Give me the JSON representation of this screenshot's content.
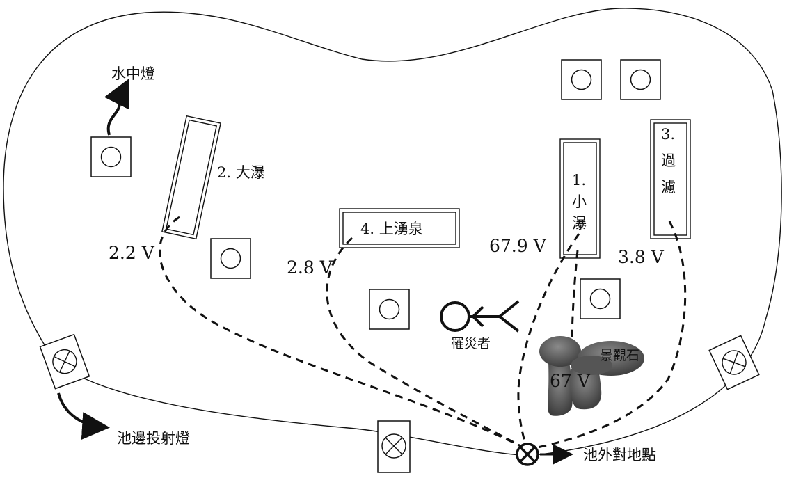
{
  "labels": {
    "underwater_light": "水中燈",
    "big_waterfall": "2. 大瀑",
    "upper_spring": "4. 上湧泉",
    "small_waterfall_num": "1.",
    "small_waterfall_c1": "小",
    "small_waterfall_c2": "瀑",
    "filter_num": "3.",
    "filter_c1": "過",
    "filter_c2": "濾",
    "victim": "罹災者",
    "landscape_rock": "景觀石",
    "poolside_light": "池邊投射燈",
    "ground_point": "池外對地點"
  },
  "voltages": {
    "big_waterfall": "2.2 V",
    "upper_spring": "2.8 V",
    "small_waterfall": "67.9 V",
    "filter": "3.8 V",
    "rock": "67 V"
  },
  "colors": {
    "stroke": "#111111",
    "rock_dark": "#3a3a3a",
    "rock_light": "#8a8a8a"
  }
}
